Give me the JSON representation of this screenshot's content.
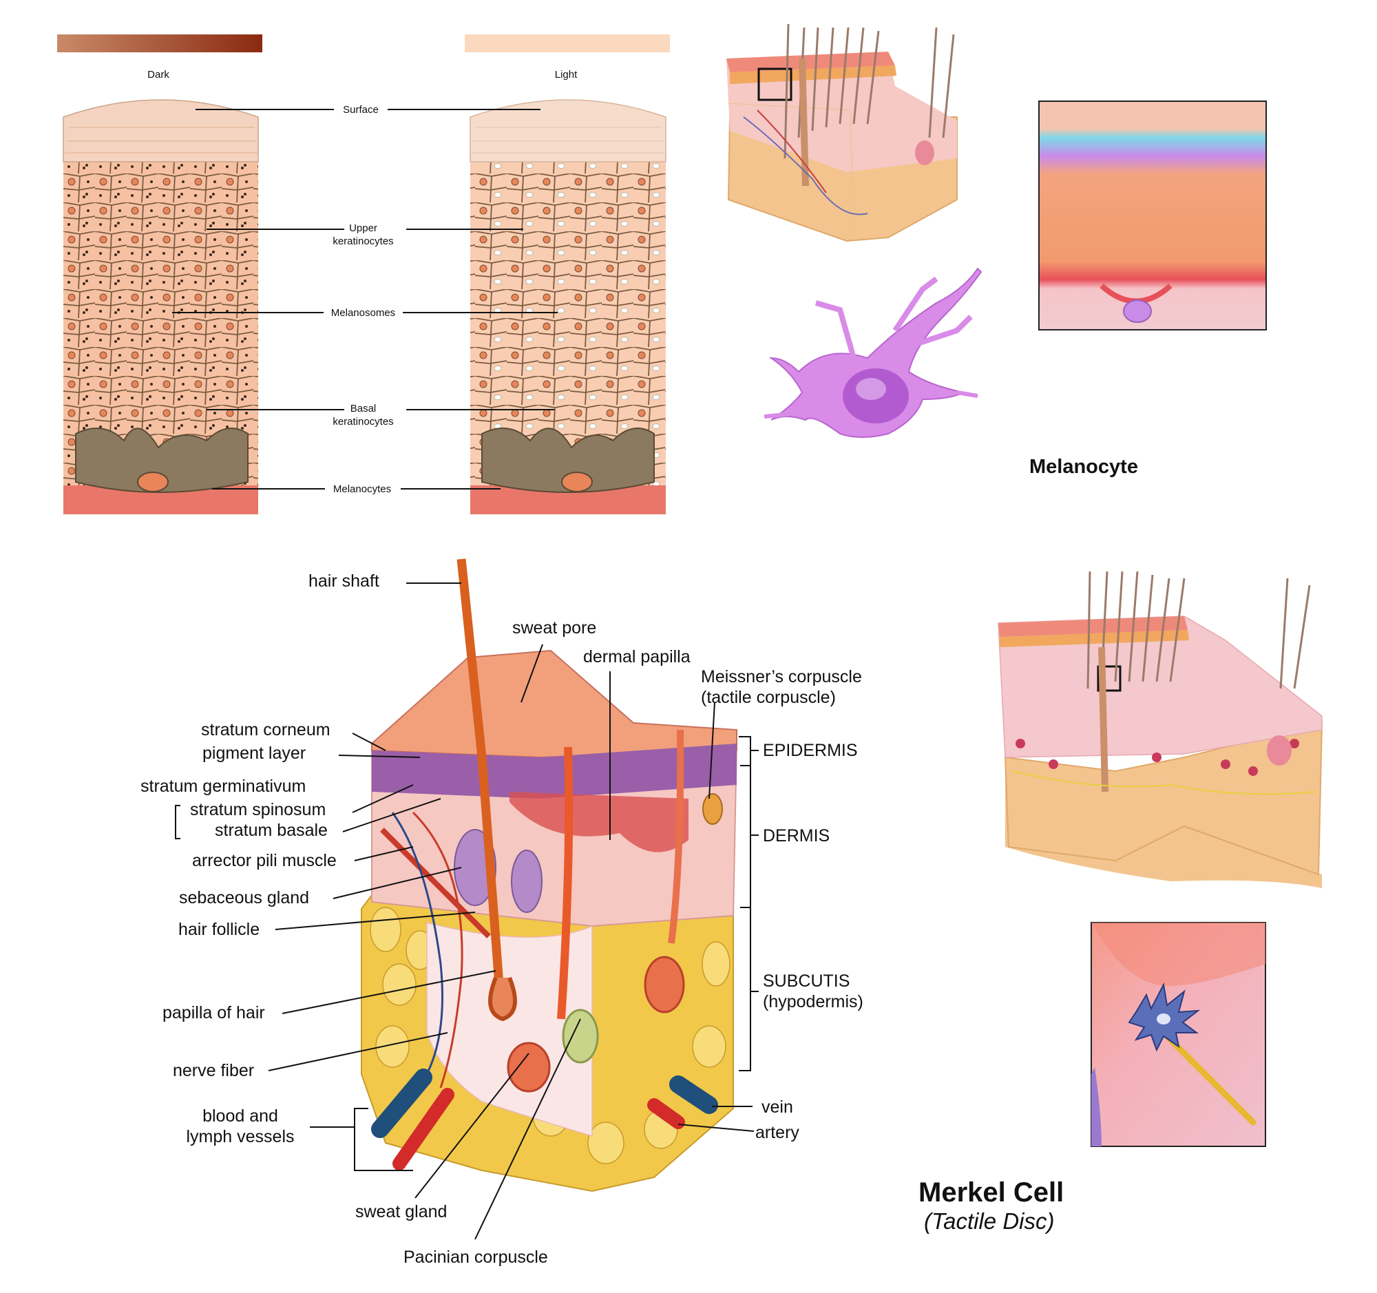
{
  "top_left_panel": {
    "columns": [
      "Dark",
      "Light"
    ],
    "colors": {
      "dark_bar_start": "#c98a6a",
      "dark_bar_end": "#8a2a10",
      "light_bar": "#fbd9bf",
      "cell_fill": "#f6c1a2",
      "cell_line": "#7a5a40",
      "base": "#e8776a"
    },
    "labels": [
      {
        "id": "surface",
        "text": "Surface"
      },
      {
        "id": "upper",
        "lines": [
          "Upper",
          "keratinocytes"
        ]
      },
      {
        "id": "melanosomes",
        "text": "Melanosomes"
      },
      {
        "id": "basal",
        "lines": [
          "Basal",
          "keratinocytes"
        ]
      },
      {
        "id": "melanocytes",
        "text": "Melanocytes"
      }
    ]
  },
  "melanocyte_panel": {
    "title": "Melanocyte",
    "colors": {
      "cell": "#d98be8",
      "nucleus": "#b25bd1",
      "epidermis": "#f3a47e",
      "cyan_layer": "#7fd8e8"
    }
  },
  "skin_cross_section": {
    "left_labels": [
      "hair shaft",
      "stratum corneum",
      "pigment layer",
      "stratum germinativum",
      "stratum spinosum",
      "stratum basale",
      "arrector pili muscle",
      "sebaceous gland",
      "hair follicle",
      "papilla of hair",
      "nerve fiber",
      "blood and",
      "lymph vessels"
    ],
    "top_labels": [
      "sweat pore",
      "dermal papilla",
      "Meissner’s corpuscle",
      "(tactile corpuscle)"
    ],
    "layers": [
      "EPIDERMIS",
      "DERMIS",
      "SUBCUTIS",
      "(hypodermis)"
    ],
    "right_labels": [
      "vein",
      "artery"
    ],
    "bottom_labels": [
      "sweat gland",
      "Pacinian corpuscle"
    ],
    "colors": {
      "epidermis": "#f2a07c",
      "dermis": "#f6c8c2",
      "fat": "#f2c84a",
      "vein": "#1f4f7a",
      "artery": "#d32a2a",
      "hair": "#d9601f",
      "pigment": "#9a5fa8"
    }
  },
  "merkel_panel": {
    "title": "Merkel Cell",
    "subtitle": "(Tactile Disc)",
    "colors": {
      "cell": "#5a6fb8",
      "nerve": "#e8b830",
      "tissue": "#f0b4c0"
    }
  }
}
